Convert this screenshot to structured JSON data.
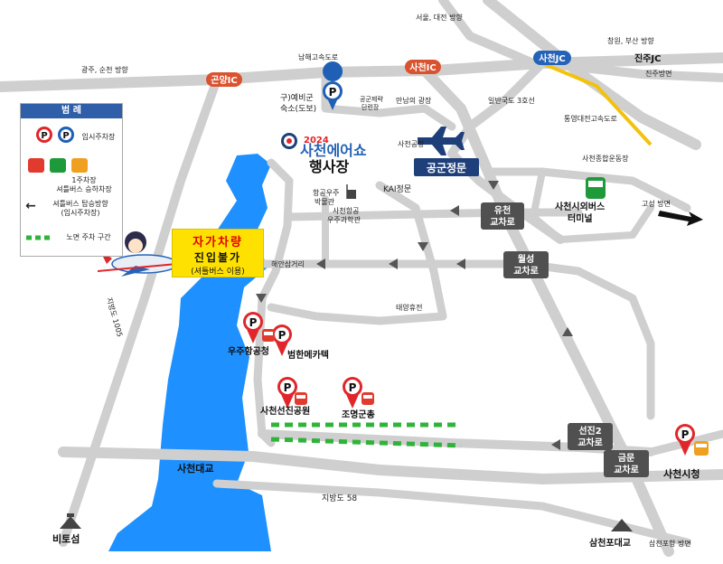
{
  "labels": {
    "daejeon": "서울, 대전 방향",
    "changwon": "창원, 부산 방향",
    "jinju": "진주방면",
    "gwangju": "광주, 순천 방향",
    "namhae_exp": "남해고속도로",
    "gonyang_ic": "곤양IC",
    "sacheon_ic": "사천IC",
    "sacheon_jc": "사천JC",
    "jinju_jc": "진주JC",
    "ilban3": "일반국도 3호선",
    "tongyeong_exp": "통영대전고속도로",
    "old_school": "구)예비군\n숙소(도보)",
    "airforce_park": "공군제략\n단련장",
    "square": "만남의 광장",
    "sacheon_airport": "사천공항",
    "event_title_year": "2024",
    "event_title": "사천에어쇼",
    "event_sub": "행사장",
    "main_gate": "공군정문",
    "sports_park": "사천종합운동장",
    "goseong": "고성 방면",
    "aero_museum": "항공우주\n박물관",
    "aero_science": "사천항공\n우주과학관",
    "kai_gate": "KAI정문",
    "yucheon": "유천\n교차로",
    "bus_terminal": "사천시외버스\n터미널",
    "haean_road": "해안삼거리",
    "wolseong": "월성\n교차로",
    "taeyang": "태양휴전",
    "kasa": "우주항공청",
    "beomhan": "범한메카텍",
    "seonjin_park": "사천선진공원",
    "jomyeong": "조명군총",
    "seonjin2": "선진2\n교차로",
    "geumbun": "금문\n교차로",
    "city_hall": "사천시청",
    "sacheon_bridge": "사천대교",
    "jibang58": "지방도 58",
    "road1005": "지방도 1005",
    "bitoseom": "비토섬",
    "samcheonpo_bridge": "삼천포대교",
    "samcheonpo_dir": "삼천포항 방면"
  },
  "legend": {
    "title": "범 례",
    "parking": "임시주차장",
    "shuttle": "1주차장\n셔틀버스 승하차장",
    "direction": "셔틀버스 탑승방향\n(임시주차장)",
    "street": "노면 주차 구간"
  },
  "warning": {
    "line1": "자가차량",
    "line2": "진입불가",
    "line3": "(셔틀버스 이용)"
  },
  "colors": {
    "road": "#cfcfcf",
    "river": "#1e90ff",
    "ic_badge": "#d9532f",
    "jc_badge": "#2563b8",
    "intersection": "#505050",
    "parking_pin": "#e0262b",
    "parking_pin_blue": "#1f5fb5",
    "bus_red": "#e03b2e",
    "bus_green": "#1f9a3a",
    "bus_orange": "#f0a020",
    "highway_yellow": "#f2c20d",
    "street_parking": "#2fb33a",
    "warning_bg": "#ffe100"
  }
}
